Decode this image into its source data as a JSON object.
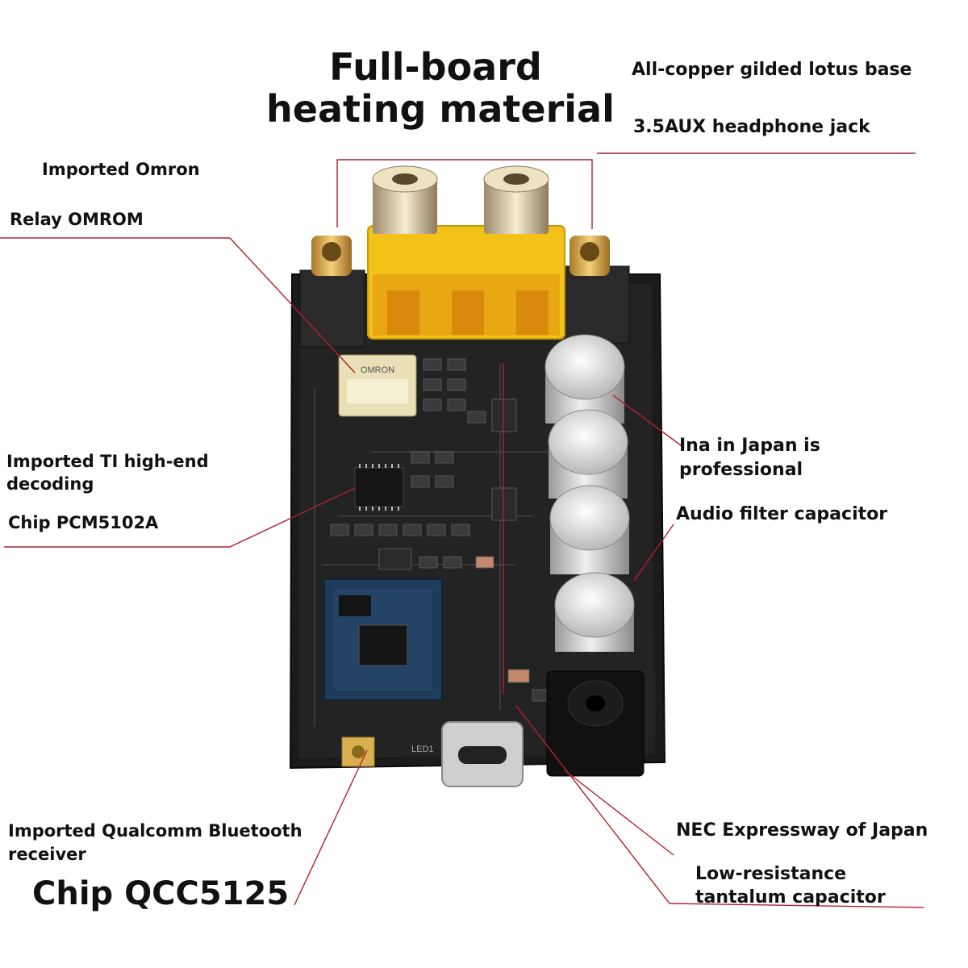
{
  "title": {
    "line1": "Full-board",
    "line2": "heating material"
  },
  "labels": {
    "copper_base": "All-copper gilded lotus base",
    "aux_jack": "3.5AUX headphone jack",
    "omron_1": "Imported Omron",
    "omron_2": "Relay OMROM",
    "ti_1": "Imported TI high-end",
    "ti_2": "decoding",
    "ti_chip": "Chip PCM5102A",
    "nichicon_1": "Ina in Japan is",
    "nichicon_2": "professional",
    "filter_cap": "Audio filter capacitor",
    "qualcomm_1": "Imported Qualcomm Bluetooth",
    "qualcomm_2": "receiver",
    "qualcomm_chip": "Chip QCC5125",
    "nec": "NEC Expressway of Japan",
    "tantalum_1": "Low-resistance",
    "tantalum_2": "tantalum capacitor"
  },
  "board_silk": {
    "relay_text": "OMRON",
    "led_text": "LED1"
  },
  "colors": {
    "pcb": "#1c1c1c",
    "rca_housing": "#f2c21a",
    "gold": "#d8a640",
    "leader_line": "#b22030",
    "capacitor": "#dcdcdc",
    "relay": "#e9e0b8"
  }
}
